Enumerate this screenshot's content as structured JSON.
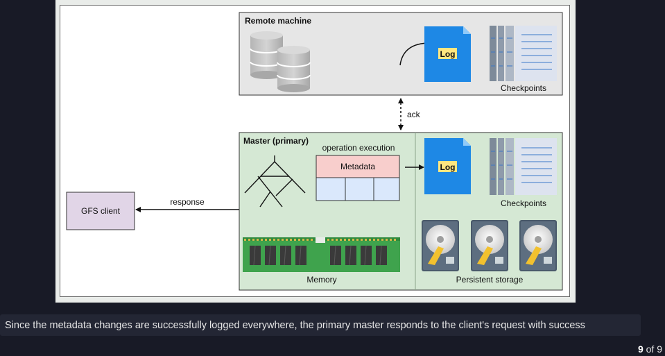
{
  "diagram": {
    "remote_machine": {
      "title": "Remote machine",
      "log_label": "Log",
      "checkpoints_label": "Checkpoints"
    },
    "ack_label": "ack",
    "master": {
      "title": "Master (primary)",
      "operation_label": "operation execution",
      "metadata_label": "Metadata",
      "log_label": "Log",
      "checkpoints_label": "Checkpoints",
      "memory_label": "Memory",
      "persistent_storage_label": "Persistent storage"
    },
    "client_label": "GFS client",
    "response_label": "response",
    "colors": {
      "remote_bg": "#e6e6e6",
      "master_bg": "#d5e8d4",
      "metadata_fill": "#f8cecc",
      "metadata_cells": "#dae8fc",
      "client_fill": "#e1d5e7",
      "log_blue": "#1e88e5",
      "log_tag": "#ffe680"
    }
  },
  "caption": "Since the metadata changes are successfully logged everywhere, the primary master responds to the client's request with success",
  "pager": {
    "current": "9",
    "separator": "of",
    "total": "9"
  }
}
